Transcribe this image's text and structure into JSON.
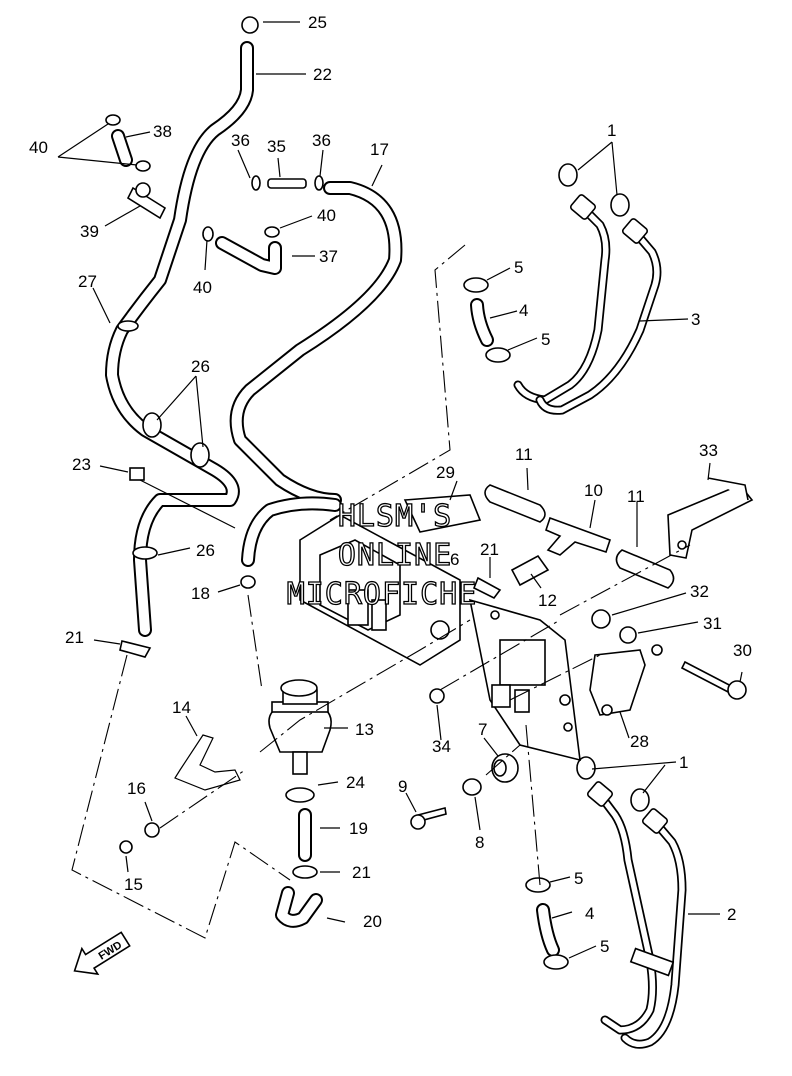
{
  "diagram": {
    "watermark": [
      "HLSM'S",
      "ONLINE",
      "MICROFICHE"
    ],
    "fwd_label": "FWD",
    "callouts": [
      "1",
      "1",
      "2",
      "3",
      "4",
      "4",
      "5",
      "5",
      "5",
      "5",
      "6",
      "7",
      "8",
      "9",
      "10",
      "11",
      "11",
      "12",
      "13",
      "14",
      "15",
      "16",
      "17",
      "18",
      "19",
      "20",
      "21",
      "21",
      "21",
      "22",
      "23",
      "24",
      "25",
      "26",
      "26",
      "27",
      "28",
      "29",
      "30",
      "31",
      "32",
      "33",
      "34",
      "35",
      "36",
      "36",
      "37",
      "38",
      "39",
      "40",
      "40",
      "40"
    ]
  }
}
